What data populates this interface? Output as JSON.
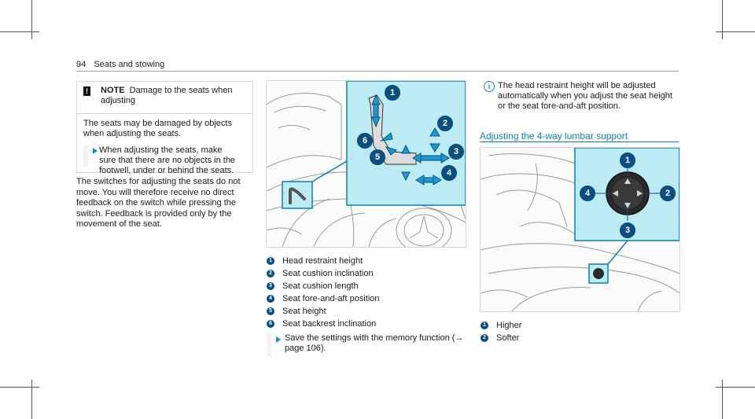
{
  "header": {
    "page_number": "94",
    "section": "Seats and stowing"
  },
  "note": {
    "label": "NOTE",
    "title": "Damage to the seats when adjusting",
    "body": "The seats may be damaged by objects when adjusting the seats.",
    "action": "When adjusting the seats, make sure that there are no objects in the footwell, under or behind the seats."
  },
  "intro_text": "The switches for adjusting the seats do not move. You will therefore receive no direct feedback on the switch while pressing the switch. Feedback is provided only by the movement of the seat.",
  "figure1": {
    "callouts": [
      "1",
      "2",
      "3",
      "4",
      "5",
      "6"
    ],
    "legend": [
      {
        "num": "1",
        "text": "Head restraint height"
      },
      {
        "num": "2",
        "text": "Seat cushion inclination"
      },
      {
        "num": "3",
        "text": "Seat cushion length"
      },
      {
        "num": "4",
        "text": "Seat fore-and-aft position"
      },
      {
        "num": "5",
        "text": "Seat height"
      },
      {
        "num": "6",
        "text": "Seat backrest inclination"
      }
    ]
  },
  "action_memory": "Save the settings with the memory function (→ page 106).",
  "info_note": "The head restraint height will be adjusted automatically when you adjust the seat height or the seat fore-and-aft position.",
  "lumbar_section": {
    "title": "Adjusting the 4-way lumbar support",
    "callouts": [
      "1",
      "2",
      "3",
      "4"
    ],
    "legend": [
      {
        "num": "1",
        "text": "Higher"
      },
      {
        "num": "2",
        "text": "Softer"
      }
    ]
  },
  "colors": {
    "accent": "#0a7fb5",
    "highlight_panel": "#bdebf3",
    "callout": "#0a4f7f"
  }
}
